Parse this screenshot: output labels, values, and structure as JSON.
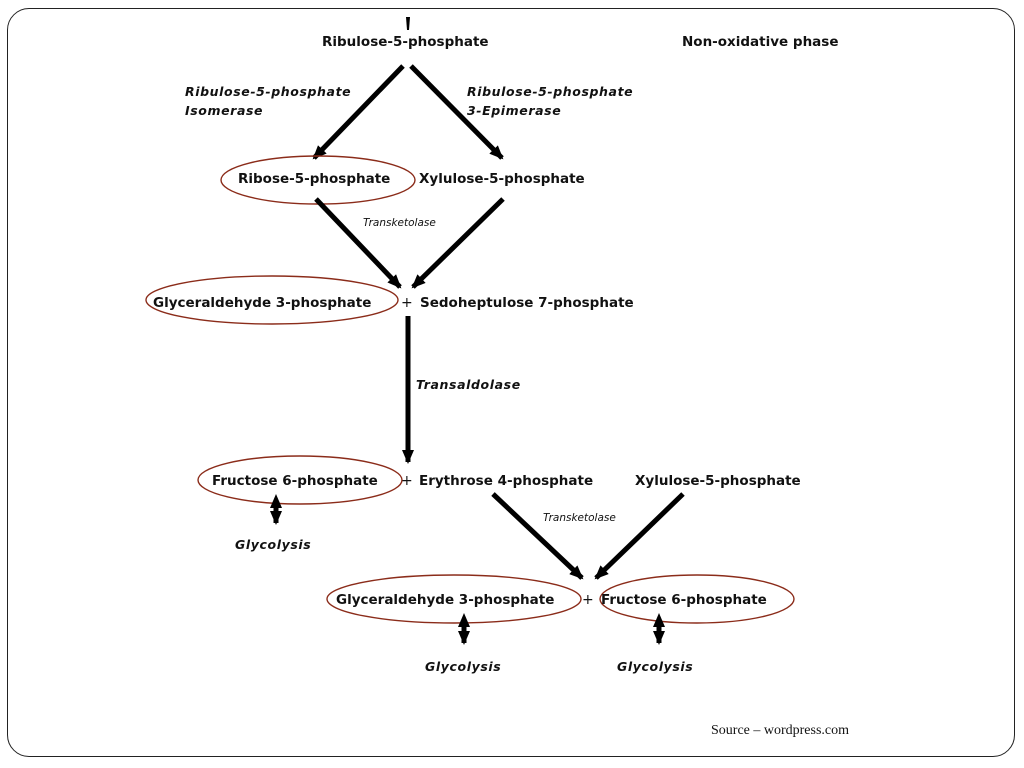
{
  "diagram": {
    "top_label": "Ribulose-5-phosphate",
    "phase_label": "Non-oxidative phase",
    "enzyme_isomerase": [
      "Ribulose-5-phosphate",
      "Isomerase"
    ],
    "enzyme_epimerase": [
      "Ribulose-5-phosphate",
      "3-Epimerase"
    ],
    "ribose": "Ribose-5-phosphate",
    "xylulose_1": "Xylulose-5-phosphate",
    "transketolase_1": "Transketolase",
    "glyceraldehyde_1": "Glyceraldehyde 3-phosphate",
    "plus": "+",
    "sedoheptulose": "Sedoheptulose 7-phosphate",
    "transaldolase": "Transaldolase",
    "fructose_1": "Fructose 6-phosphate",
    "erythrose": "Erythrose 4-phosphate",
    "xylulose_2": "Xylulose-5-phosphate",
    "glycolysis": "Glycolysis",
    "transketolase_2": "Transketolase",
    "glyceraldehyde_2": "Glyceraldehyde 3-phosphate",
    "fructose_2": "Fructose 6-phosphate",
    "ring_color": "#8b2c1a"
  },
  "source": "Source – wordpress.com"
}
